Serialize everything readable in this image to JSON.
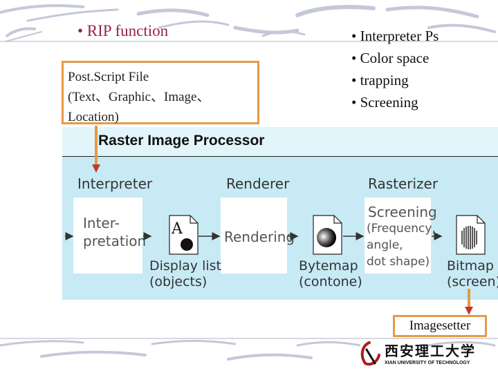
{
  "slide": {
    "title": "• RIP function",
    "postscript_box": {
      "lines": [
        "Post.Script File",
        "(Text、Graphic、Image、",
        "Location)"
      ]
    },
    "bullets": [
      "• Interpreter Ps",
      "• Color space",
      "• trapping",
      "• Screening"
    ],
    "imagesetter_label": "Imagesetter"
  },
  "diagram": {
    "panel_title": "Raster Image Processor",
    "stages": [
      {
        "label": "Interpreter",
        "box_lines": [
          "Inter-",
          "pretation"
        ]
      },
      {
        "label": "Renderer",
        "box_lines": [
          "Rendering"
        ]
      },
      {
        "label": "Rasterizer",
        "box_lines": [
          "Screening",
          "(Frequency,",
          "angle,",
          "dot shape)"
        ]
      }
    ],
    "outputs": [
      {
        "line1": "Display list",
        "line2": "(objects)",
        "glyph": "A"
      },
      {
        "line1": "Bytemap",
        "line2": "(contone)"
      },
      {
        "line1": "Bitmap",
        "line2": "(screen)"
      }
    ]
  },
  "logo": {
    "cn": "西安理工大学",
    "en": "XIAN UNIVERSITY OF TECHNOLOGY"
  },
  "colors": {
    "accent_orange": "#e59a45",
    "title_purple": "#9a1f52",
    "panel_blue": "#c7eaf5",
    "arrow_red": "#c0392b"
  }
}
